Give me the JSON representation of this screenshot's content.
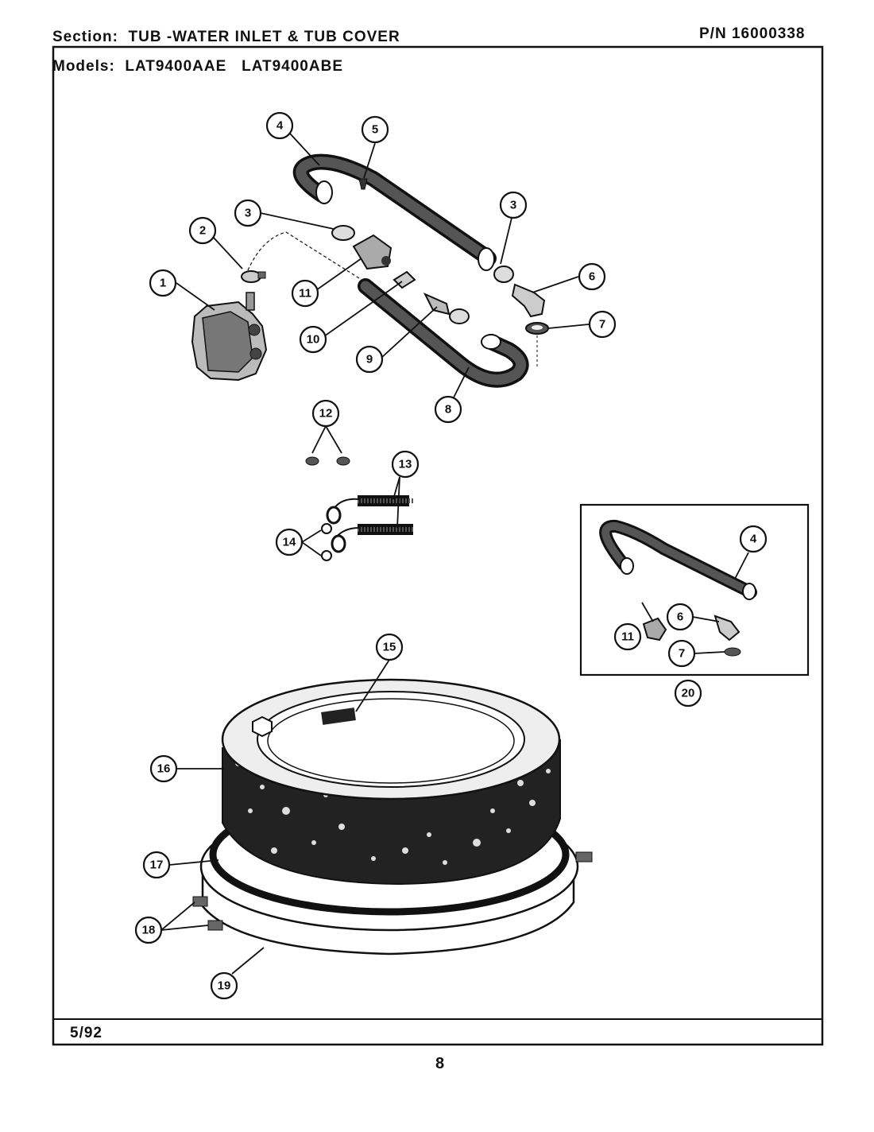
{
  "header": {
    "section_label": "Section:",
    "section_title": "TUB -WATER INLET & TUB COVER",
    "part_number": "P/N 16000338",
    "models_label": "Models:",
    "models": "LAT9400AAE   LAT9400ABE"
  },
  "footer": {
    "date_code": "5/92",
    "page_number": "8"
  },
  "callouts": [
    "1",
    "2",
    "3",
    "3",
    "4",
    "4",
    "5",
    "6",
    "6",
    "7",
    "7",
    "8",
    "9",
    "10",
    "11",
    "11",
    "12",
    "13",
    "14",
    "15",
    "16",
    "17",
    "18",
    "19",
    "20"
  ]
}
